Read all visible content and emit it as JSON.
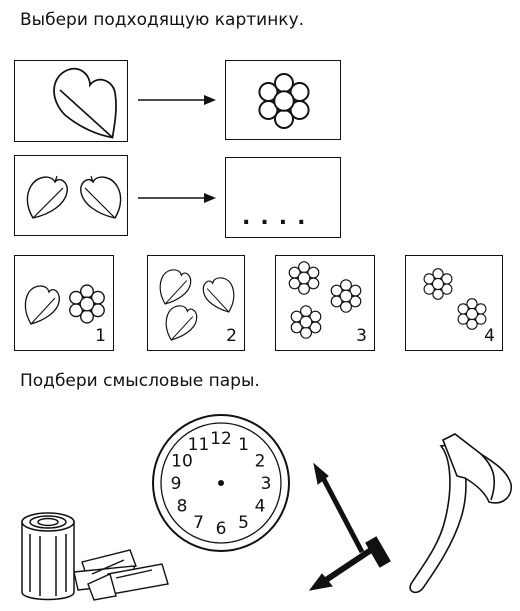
{
  "task1": {
    "title": "Выбери подходящую картинку.",
    "missing_placeholder": "....",
    "options": [
      {
        "number": "1",
        "content": "leaf-and-flower"
      },
      {
        "number": "2",
        "content": "three-leaves"
      },
      {
        "number": "3",
        "content": "three-flowers"
      },
      {
        "number": "4",
        "content": "two-flowers"
      }
    ]
  },
  "task2": {
    "title": "Подбери смысловые пары.",
    "clock_numbers": [
      "12",
      "1",
      "2",
      "3",
      "4",
      "5",
      "6",
      "7",
      "8",
      "9",
      "10",
      "11"
    ],
    "items": [
      "firewood-icon",
      "clock-icon",
      "clock-hands-icon",
      "axe-icon"
    ]
  },
  "colors": {
    "ink": "#111111",
    "paper": "#ffffff"
  }
}
